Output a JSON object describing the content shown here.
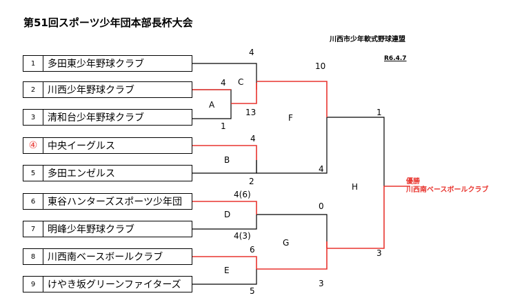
{
  "header": {
    "title": "第51回スポーツ少年団本部長杯大会",
    "organizer": "川西市少年軟式野球連盟",
    "date": "R6.4.7"
  },
  "teams": [
    {
      "num": "1",
      "name": "多田東少年野球クラブ"
    },
    {
      "num": "2",
      "name": "川西少年野球クラブ"
    },
    {
      "num": "3",
      "name": "清和台少年野球クラブ"
    },
    {
      "num": "④",
      "name": "中央イーグルス"
    },
    {
      "num": "5",
      "name": "多田エンゼルス"
    },
    {
      "num": "6",
      "name": "東谷ハンターズスポーツ少年団"
    },
    {
      "num": "7",
      "name": "明峰少年野球クラブ"
    },
    {
      "num": "8",
      "name": "川西南ベースボールクラブ"
    },
    {
      "num": "9",
      "name": "けやき坂グリーンファイターズ"
    }
  ],
  "games": {
    "A": "A",
    "B": "B",
    "C": "C",
    "D": "D",
    "E": "E",
    "F": "F",
    "G": "G",
    "H": "H"
  },
  "scores": {
    "a_top": "4",
    "a_bottom": "1",
    "c_top": "4",
    "c_bottom": "13",
    "b_top": "4",
    "b_bottom": "2",
    "f_top": "10",
    "f_bottom": "4",
    "d_top": "4(6)",
    "d_bottom": "4(3)",
    "e_top": "6",
    "e_bottom": "5",
    "g_top": "0",
    "g_bottom": "3",
    "h_top": "1",
    "h_bottom": "3"
  },
  "winner": {
    "label": "優勝",
    "team": "川西南ベースボールクラブ"
  },
  "colors": {
    "winner_line": "#e8342e",
    "line": "#000000"
  }
}
